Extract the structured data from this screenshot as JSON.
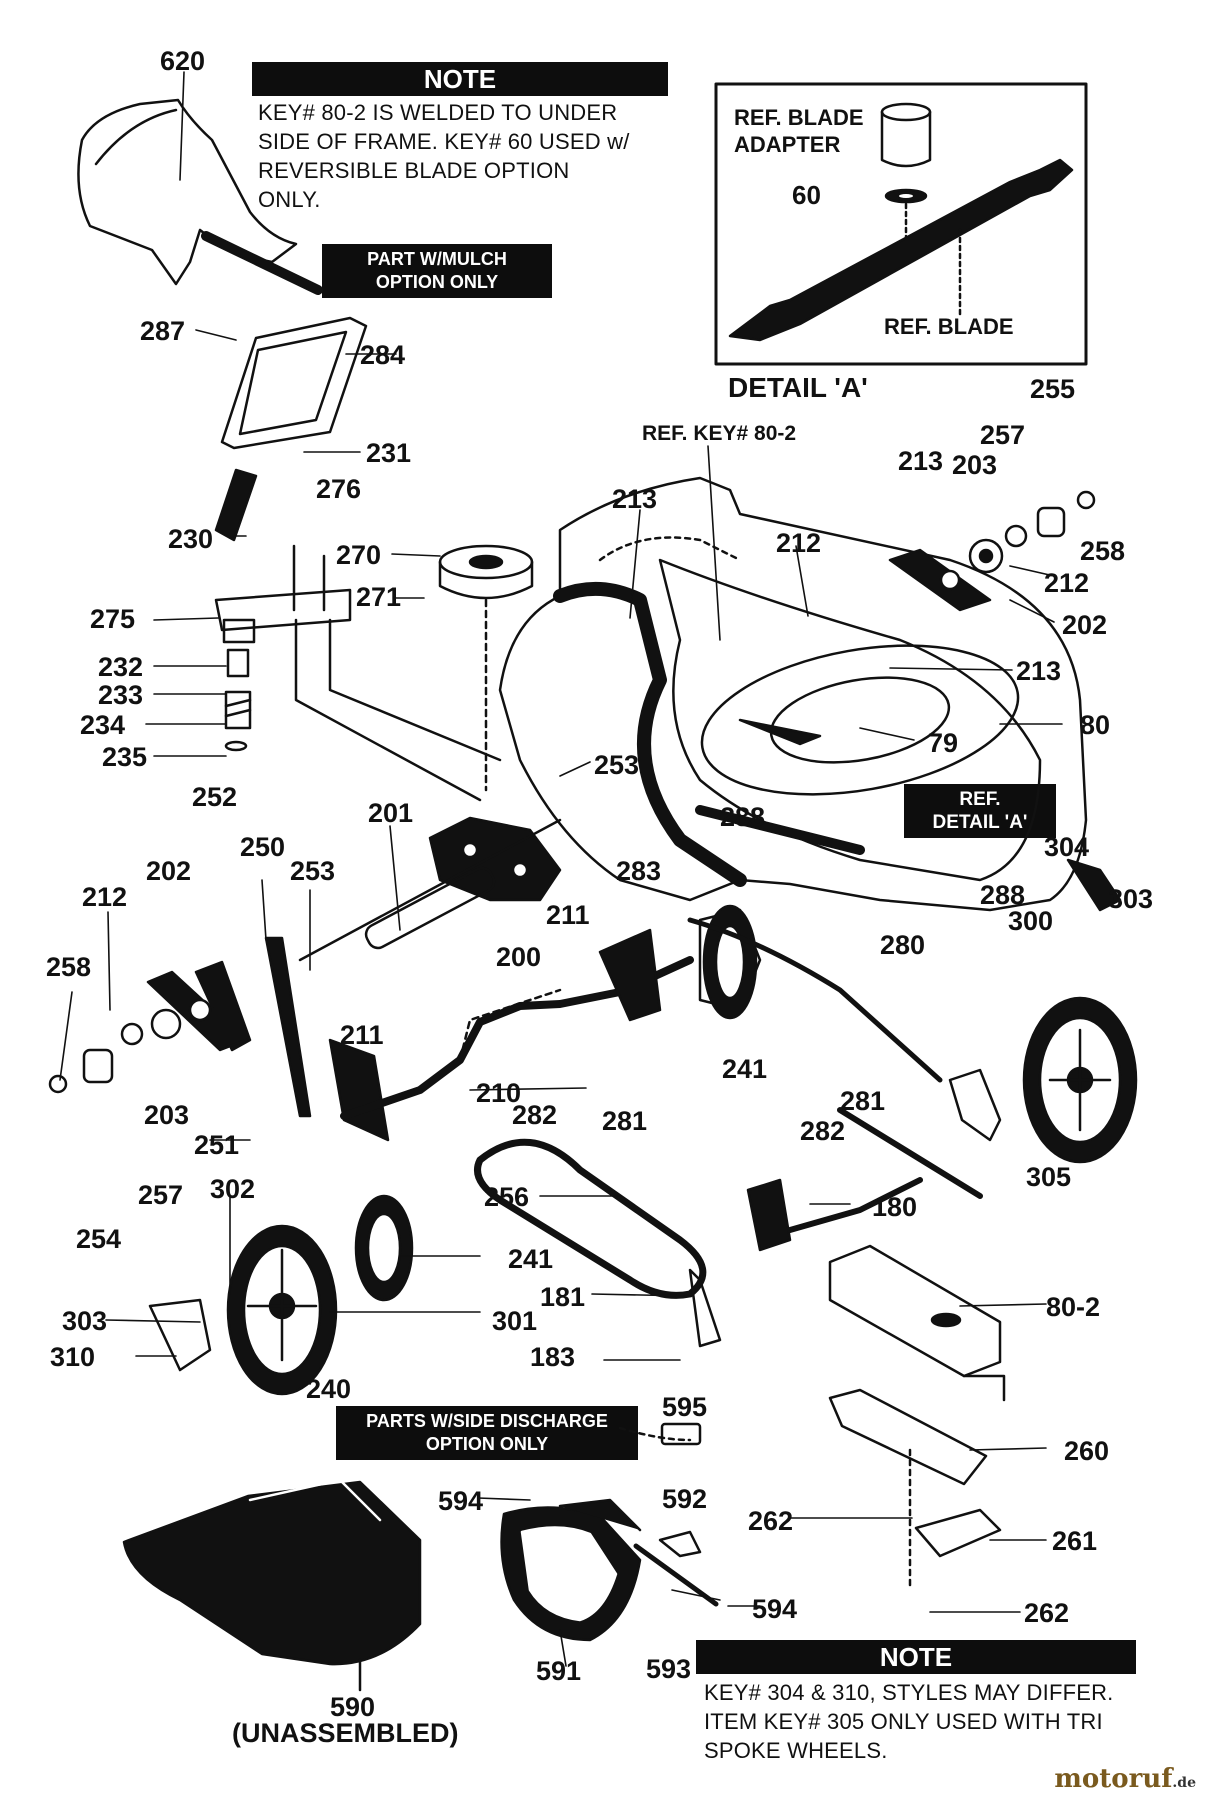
{
  "notes": {
    "top": {
      "title": "NOTE",
      "lines": [
        "KEY# 80-2 IS WELDED TO UNDER",
        "SIDE OF FRAME. KEY# 60 USED w/",
        "REVERSIBLE BLADE OPTION",
        "ONLY."
      ]
    },
    "bottom": {
      "title": "NOTE",
      "lines": [
        "KEY# 304 & 310, STYLES MAY DIFFER.",
        "ITEM KEY# 305 ONLY USED WITH TRI",
        "SPOKE WHEELS."
      ]
    }
  },
  "labels": {
    "mulch": [
      "PART W/MULCH",
      "OPTION ONLY"
    ],
    "side_discharge": [
      "PARTS W/SIDE DISCHARGE",
      "OPTION ONLY"
    ],
    "ref_detail": [
      "REF.",
      "DETAIL 'A'"
    ]
  },
  "detail": {
    "heading": "DETAIL 'A'",
    "adapter_label": [
      "REF. BLADE",
      "ADAPTER"
    ],
    "blade_label": "REF. BLADE",
    "part_60": "60"
  },
  "ref_key": "REF. KEY# 80-2",
  "unassembled": "(UNASSEMBLED)",
  "watermark": {
    "name": "motoruf",
    "suffix": ".de"
  },
  "callouts": [
    "620",
    "287",
    "284",
    "231",
    "276",
    "230",
    "270",
    "271",
    "275",
    "232",
    "233",
    "234",
    "235",
    "213",
    "212",
    "213",
    "203",
    "257",
    "255",
    "258",
    "212",
    "202",
    "213",
    "80",
    "79",
    "253",
    "252",
    "201",
    "250",
    "253",
    "212",
    "202",
    "258",
    "203",
    "257",
    "254",
    "251",
    "302",
    "303",
    "310",
    "240",
    "301",
    "241",
    "211",
    "211",
    "200",
    "283",
    "288",
    "280",
    "304",
    "303",
    "300",
    "288",
    "241",
    "282",
    "281",
    "210",
    "282",
    "281",
    "305",
    "256",
    "180",
    "181",
    "183",
    "80-2",
    "260",
    "262",
    "261",
    "262",
    "595",
    "594",
    "592",
    "594",
    "593",
    "591",
    "590"
  ]
}
